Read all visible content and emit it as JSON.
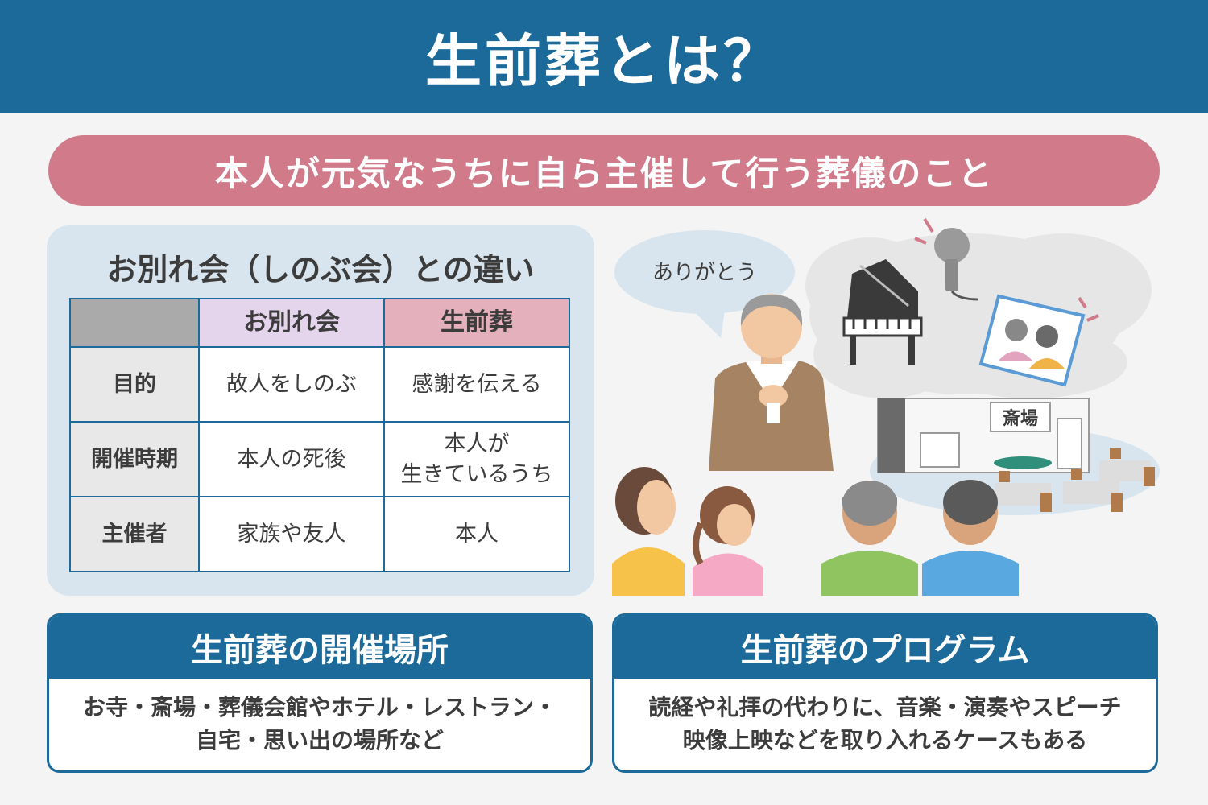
{
  "title": "生前葬とは？",
  "subtitle": "本人が元気なうちに自ら主催して行う葬儀のこと",
  "comparison": {
    "title": "お別れ会（しのぶ会）との違い",
    "columns": [
      "",
      "お別れ会",
      "生前葬"
    ],
    "rows": [
      {
        "label": "目的",
        "farewell": "故人をしのぶ",
        "living_funeral": "感謝を伝える"
      },
      {
        "label": "開催時期",
        "farewell": "本人の死後",
        "living_funeral_line1": "本人が",
        "living_funeral_line2": "生きているうち"
      },
      {
        "label": "主催者",
        "farewell": "家族や友人",
        "living_funeral": "本人"
      }
    ]
  },
  "illustration": {
    "speech_bubble": "ありがとう",
    "venue_sign": "斎場"
  },
  "venue_card": {
    "heading": "生前葬の開催場所",
    "line1": "お寺・斎場・葬儀会館やホテル・レストラン・",
    "line2": "自宅・思い出の場所など"
  },
  "program_card": {
    "heading": "生前葬のプログラム",
    "line1": "読経や礼拝の代わりに、音楽・演奏やスピーチ",
    "line2": "映像上映などを取り入れるケースもある"
  },
  "colors": {
    "header": "#1b6a9a",
    "subtitle_band": "#d07a8a",
    "panel": "#d8e5ee",
    "col_farewell": "#e4d4ec",
    "col_living_funeral": "#e4b0bc"
  }
}
